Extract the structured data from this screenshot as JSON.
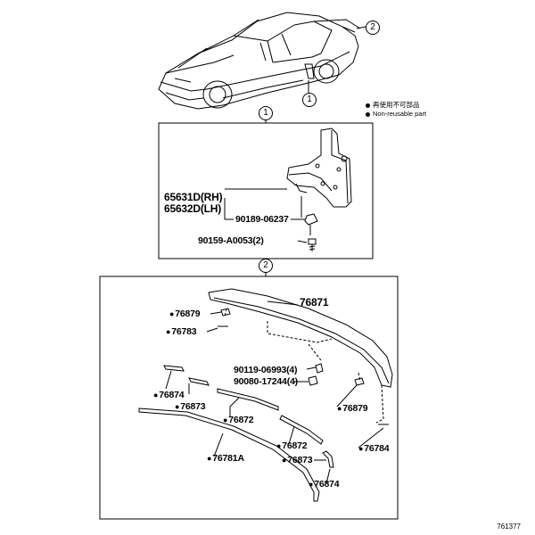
{
  "callouts": {
    "one": "1",
    "two": "2"
  },
  "legend": {
    "line1": "再使用不可部品",
    "line2": "Non-reusable part"
  },
  "box1": {
    "part_rh": "65631D(RH)",
    "part_lh": "65632D(LH)",
    "part_clip": "90189-06237",
    "part_screw": "90159-A0053(2)"
  },
  "box2": {
    "spoiler": "76871",
    "pad_left": "76879",
    "pad_right": "76879",
    "tape_left": "76783",
    "tape_right": "76784",
    "bolt": "90119-06993(4)",
    "washer": "90080-17244(4)",
    "seal_left_top": "76874",
    "seal_left_mid": "76873",
    "seal_left_long": "76872",
    "seal_right_long": "76872",
    "seal_right_mid": "76873",
    "seal_right_low": "76874",
    "molding": "76781A"
  },
  "footer": {
    "ref": "761377"
  }
}
